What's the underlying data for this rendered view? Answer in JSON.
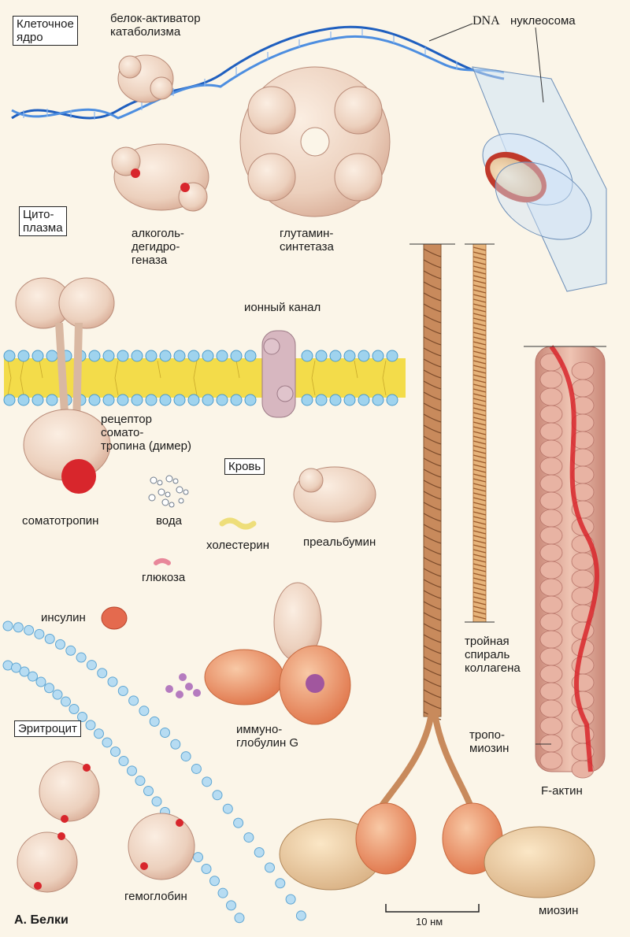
{
  "labels": {
    "nucleus": "Клеточное\nядро",
    "catabolism_activator": "белок-активатор\nкатаболизма",
    "dna": "DNA",
    "nucleosome": "нуклеосома",
    "cytoplasm": "Цито-\nплазма",
    "alcohol_dehydrogenase": "алкоголь-\nдегидро-\nгеназа",
    "glutamine_synthetase": "глутамин-\nсинтетаза",
    "ion_channel": "ионный канал",
    "somatotropin_receptor": "рецептор\nсомато-\nтропина (димер)",
    "blood": "Кровь",
    "somatotropin": "соматотропин",
    "water": "вода",
    "cholesterol": "холестерин",
    "prealbumin": "преальбумин",
    "glucose": "глюкоза",
    "insulin": "инсулин",
    "collagen": "тройная\nспираль\nколлагена",
    "erythrocyte": "Эритроцит",
    "immunoglobulin": "иммуно-\nглобулин G",
    "tropomyosin": "тропо-\nмиозин",
    "f_actin": "F-актин",
    "hemoglobin": "гемоглобин",
    "myosin": "миозин",
    "figure_title": "A. Белки",
    "scale_bar": "10 нм"
  },
  "colors": {
    "background": "#fbf5e8",
    "protein": "#f1d9c6",
    "active_site": "#d8262c",
    "dna": "#1f5fbf",
    "membrane_head": "#9fd3ee",
    "membrane_tail": "#f3dc4a",
    "collagen": "#c88a5c",
    "actin": "#d99a8a"
  }
}
